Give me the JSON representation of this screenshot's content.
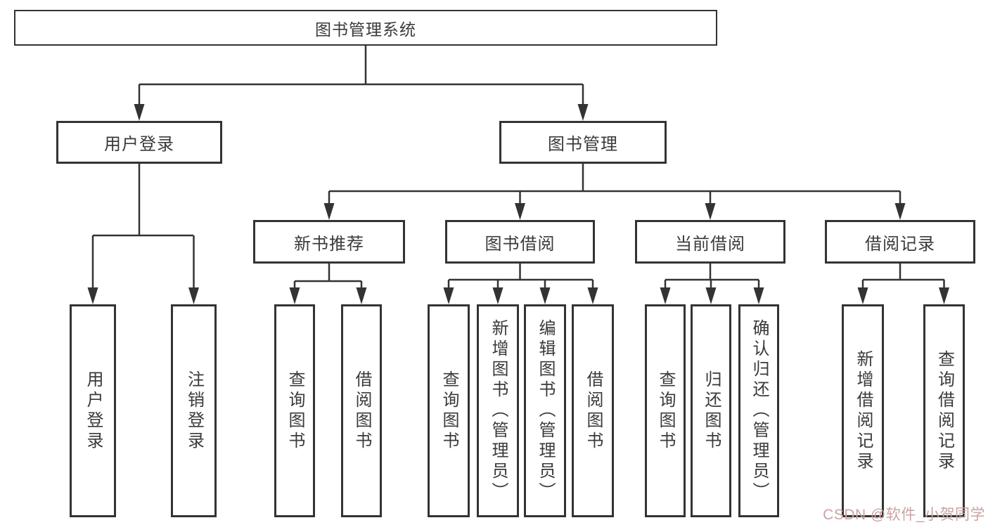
{
  "tree": {
    "label": "图书管理系统",
    "children": [
      {
        "label": "用户登录",
        "children": [
          {
            "label": "用户登录"
          },
          {
            "label": "注销登录"
          }
        ]
      },
      {
        "label": "图书管理",
        "children": [
          {
            "label": "新书推荐",
            "children": [
              {
                "label": "查询图书"
              },
              {
                "label": "借阅图书"
              }
            ]
          },
          {
            "label": "图书借阅",
            "children": [
              {
                "label": "查询图书"
              },
              {
                "label": "新增图书（管理员）"
              },
              {
                "label": "编辑图书（管理员）"
              },
              {
                "label": "借阅图书"
              }
            ]
          },
          {
            "label": "当前借阅",
            "children": [
              {
                "label": "查询图书"
              },
              {
                "label": "归还图书"
              },
              {
                "label": "确认归还（管理员）"
              }
            ]
          },
          {
            "label": "借阅记录",
            "children": [
              {
                "label": "新增借阅记录"
              },
              {
                "label": "查询借阅记录"
              }
            ]
          }
        ]
      }
    ]
  },
  "watermark": {
    "text": "CSDN @软件_小贺同学",
    "color": "#c9a3a3"
  },
  "colors": {
    "line": "#333333",
    "box_border": "#333333",
    "text": "#3a3a3a",
    "background": "#ffffff"
  }
}
